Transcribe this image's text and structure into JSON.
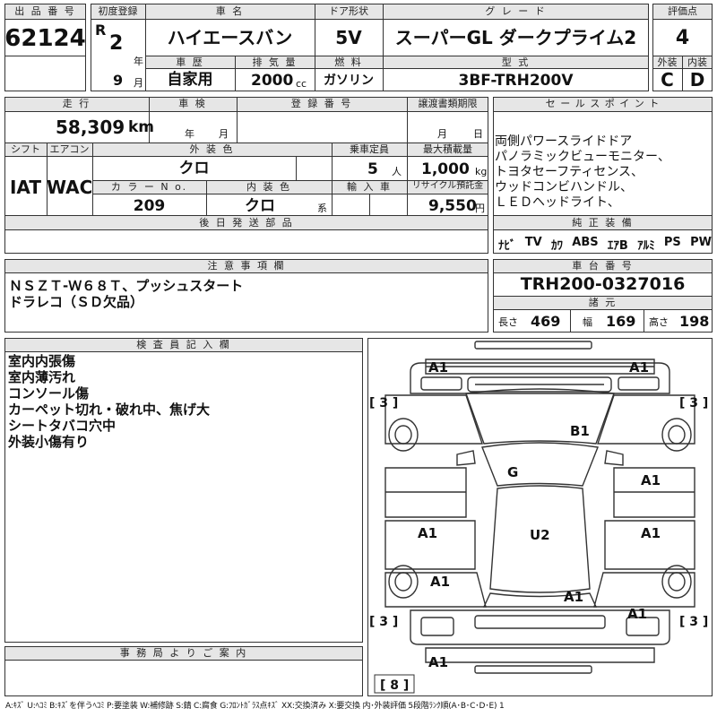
{
  "headers": {
    "lot_no": "出 品 番 号",
    "first_reg": "初度登録",
    "car_name": "車  名",
    "door": "ドア形状",
    "grade": "グ  レ  ー  ド",
    "score": "評価点",
    "history": "車  歴",
    "displacement": "排 気 量",
    "fuel": "燃  料",
    "model": "型  式",
    "exterior": "外装",
    "interior": "内装",
    "mileage": "走  行",
    "inspection": "車  検",
    "reg_no": "登 録 番 号",
    "transfer": "譲渡書類期限",
    "sales_point": "セ ー ル ス ポ イ ン ト",
    "shift": "シフト",
    "aircon": "エアコン",
    "ext_color": "外 装 色",
    "capacity": "乗車定員",
    "max_load": "最大積載量",
    "color_no": "カ ラ ー N o.",
    "int_color": "内 装 色",
    "import": "輸 入 車",
    "recycle": "リサイクル預託金",
    "equipment": "純 正 装 備",
    "parts": "後 日 発 送 部 品",
    "caution": "注 意 事 項 欄",
    "chassis": "車 台 番 号",
    "specs": "諸  元",
    "inspector": "検 査 員 記 入 欄",
    "office": "事 務 局 よ り ご 案 内"
  },
  "lot_no": "62124",
  "reg_era": "R",
  "reg_year": "2",
  "reg_year_unit": "年",
  "reg_month": "9",
  "reg_month_unit": "月",
  "car_name": "ハイエースバン",
  "door": "5V",
  "grade": "スーパーGL ダークプライム2",
  "score": "4",
  "history": "自家用",
  "displacement": "2000",
  "displacement_unit": "cc",
  "fuel": "ガソリン",
  "model": "3BF-TRH200V",
  "exterior_grade": "C",
  "interior_grade": "D",
  "mileage": "58,309",
  "mileage_unit": "km",
  "inspection_year_unit": "年",
  "inspection_month_unit": "月",
  "transfer_month_unit": "月",
  "transfer_day_unit": "日",
  "shift": "IAT",
  "aircon": "WAC",
  "ext_color": "クロ",
  "capacity": "5",
  "capacity_unit": "人",
  "max_load": "1,000",
  "max_load_unit": "kg",
  "color_no": "209",
  "int_color": "クロ",
  "int_color_suffix": "系",
  "recycle": "9,550",
  "recycle_unit": "円",
  "sales_points": [
    "両側パワースライドドア",
    "パノラミックビューモニター、",
    "トヨタセーフティセンス、",
    "ウッドコンビハンドル、",
    "ＬＥＤヘッドライト、"
  ],
  "equipment": [
    "ﾅﾋﾞ",
    "TV",
    "ｶﾜ",
    "ABS",
    "ｴｱB",
    "ｱﾙﾐ",
    "PS",
    "PW"
  ],
  "caution_lines": [
    "ＮＳＺＴ-Ｗ６８Ｔ、プッシュスタート",
    "ドラレコ（ＳＤ欠品）"
  ],
  "chassis_no": "TRH200-0327016",
  "length_label": "長さ",
  "length": "469",
  "width_label": "幅",
  "width": "169",
  "height_label": "高さ",
  "height": "198",
  "inspector_notes": [
    "室内内張傷",
    "室内薄汚れ",
    "コンソール傷",
    "カーペット切れ・破れ中、焦げ大",
    "シートタバコ穴中",
    "外装小傷有り"
  ],
  "diagram_marks": {
    "a1_front_left": "A1",
    "a1_front_right": "A1",
    "tire_fl": "[ 3 ]",
    "tire_fr": "[ 3 ]",
    "b1_hood": "B1",
    "g_windshield": "G",
    "a1_front_door_r": "A1",
    "a1_door_l": "A1",
    "u2_roof": "U2",
    "a1_door_r": "A1",
    "a1_rear_l": "A1",
    "a1_rear_c": "A1",
    "a1_rear_r": "A1",
    "tire_rl": "[ 3 ]",
    "tire_rr": "[ 3 ]",
    "a1_back": "A1",
    "spare": "[ 8 ]"
  },
  "legend": "A:ｷｽﾞ U:ﾍｺﾐ B:ｷｽﾞを伴うﾍｺﾐ P:要塗装 W:補修跡 S:錆 C:腐食 G:ﾌﾛﾝﾄｶﾞﾗｽ点ｷｽﾞ XX:交換済み X:要交換 内･外装評価 5段階ﾗﾝｸ順(A･B･C･D･E) 1"
}
